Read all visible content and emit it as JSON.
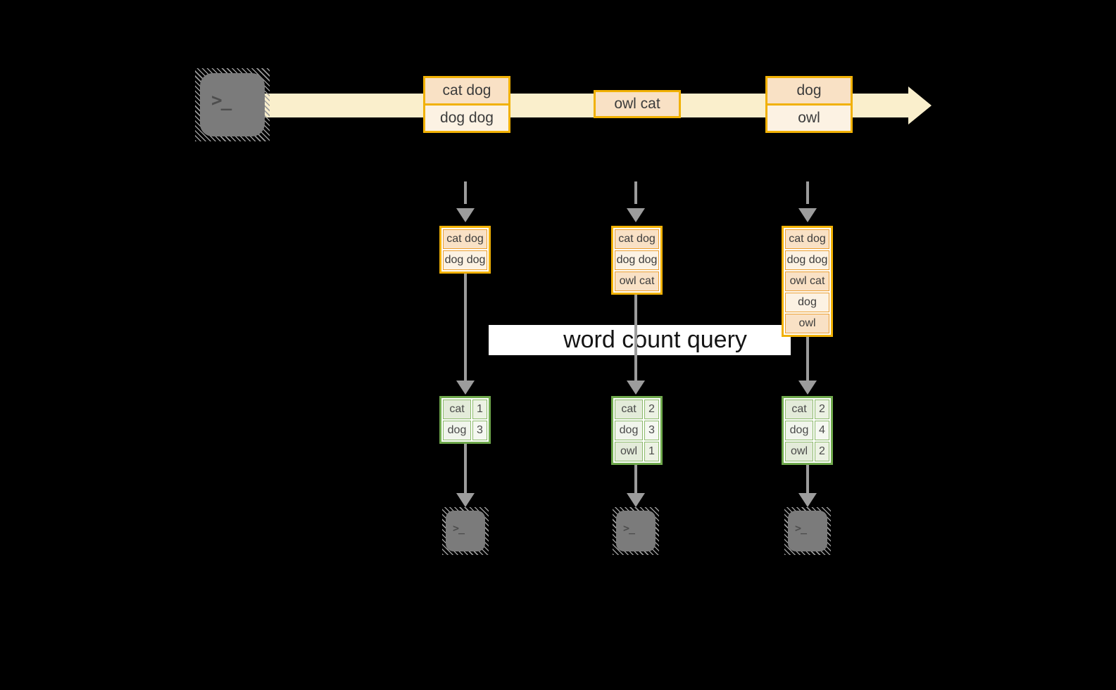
{
  "colors": {
    "background": "#000000",
    "stream_band": "#FAEFCC",
    "event_border": "#F1B104",
    "event_fill_dark": "#F9E1C5",
    "event_fill_light": "#FCF2E3",
    "table_border": "#6FA94C",
    "table_fill_dark": "#E3EBD9",
    "table_fill_light": "#F1F5EC",
    "arrow_gray": "#9C9C9C",
    "terminal_gray": "#7B7B7B",
    "banner_bg": "#FFFFFF"
  },
  "icons": {
    "terminal_glyph": ">_"
  },
  "banner": {
    "label": "word count query"
  },
  "stream": {
    "events": [
      {
        "rows": [
          "cat dog",
          "dog dog"
        ]
      },
      {
        "rows": [
          "owl cat"
        ]
      },
      {
        "rows": [
          "dog",
          "owl"
        ]
      }
    ]
  },
  "pipelines": [
    {
      "buffer": [
        "cat dog",
        "dog dog"
      ],
      "counts": [
        {
          "word": "cat",
          "count": "1"
        },
        {
          "word": "dog",
          "count": "3"
        }
      ]
    },
    {
      "buffer": [
        "cat dog",
        "dog dog",
        "owl cat"
      ],
      "counts": [
        {
          "word": "cat",
          "count": "2"
        },
        {
          "word": "dog",
          "count": "3"
        },
        {
          "word": "owl",
          "count": "1"
        }
      ]
    },
    {
      "buffer": [
        "cat dog",
        "dog dog",
        "owl cat",
        "dog",
        "owl"
      ],
      "counts": [
        {
          "word": "cat",
          "count": "2"
        },
        {
          "word": "dog",
          "count": "4"
        },
        {
          "word": "owl",
          "count": "2"
        }
      ]
    }
  ]
}
